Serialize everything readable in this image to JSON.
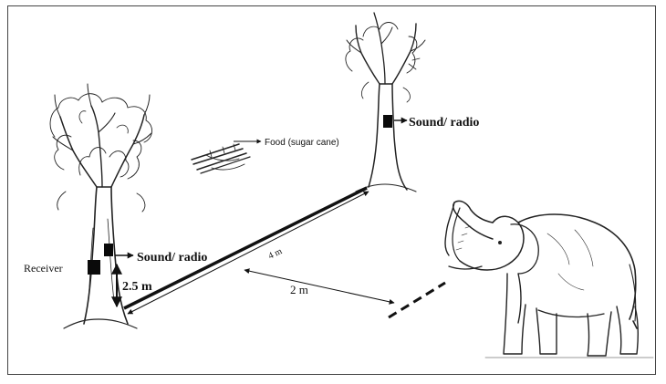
{
  "labels": {
    "receiver": "Receiver",
    "sound_radio_left": "Sound/ radio",
    "sound_radio_right": "Sound/ radio",
    "food": "Food (sugar cane)",
    "height": "2.5 m",
    "distance_4m": "4 m",
    "distance_2m": "2 m"
  },
  "colors": {
    "ink": "#111111",
    "device": "#0a0a0a",
    "frame": "#444444"
  }
}
